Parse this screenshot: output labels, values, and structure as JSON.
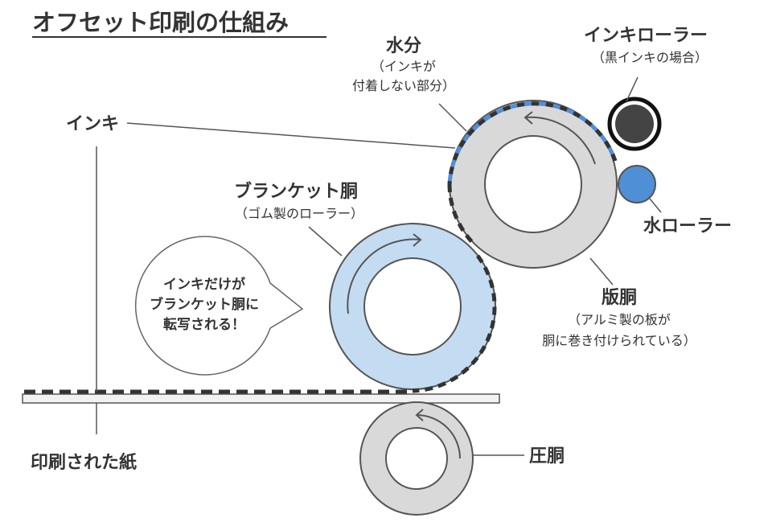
{
  "title": "オフセット印刷の仕組み",
  "labels": {
    "water_part": [
      "水分",
      "（インキが",
      "付着しない部分）"
    ],
    "ink_roller": [
      "インキローラー",
      "（黒インキの場合）"
    ],
    "ink": "インキ",
    "blanket": [
      "ブランケット胴",
      "（ゴム製のローラー）"
    ],
    "water_roller": "水ローラー",
    "plate": [
      "版胴",
      "（アルミ製の板が",
      "胴に巻き付けられている）"
    ],
    "impression": "圧胴",
    "paper": "印刷された紙"
  },
  "bubble": [
    "インキだけが",
    "ブランケット胴に",
    "転写される！"
  ],
  "colors": {
    "text": "#333333",
    "line": "#555555",
    "roller_gray": "#d9d9d9",
    "blanket_blue": "#c4dcf2",
    "water_blue": "#4f8fd6",
    "ink_black": "#333333",
    "paper": "#f2f2f2"
  },
  "icons": [
    "rotation-arrow-icon"
  ]
}
